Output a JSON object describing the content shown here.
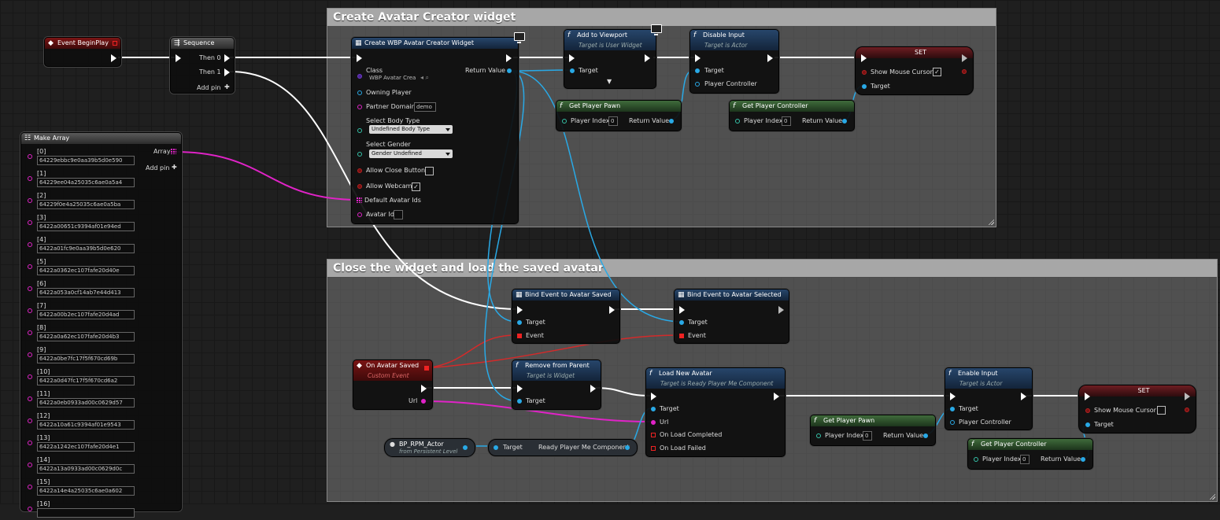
{
  "comments": {
    "create_title": "Create Avatar Creator widget",
    "close_title": "Close the widget and load the saved avatar"
  },
  "event_begin_play": {
    "title": "Event BeginPlay"
  },
  "sequence": {
    "title": "Sequence",
    "then0": "Then 0",
    "then1": "Then 1",
    "add_pin": "Add pin"
  },
  "make_array": {
    "title": "Make Array",
    "out_label": "Array",
    "add_pin": "Add pin",
    "items": [
      {
        "index": "[0]",
        "value": "64229ebbc9e0aa39b5d0e590"
      },
      {
        "index": "[1]",
        "value": "64229ee04a25035c6ae0a5a4"
      },
      {
        "index": "[2]",
        "value": "64229f0e4a25035c6ae0a5ba"
      },
      {
        "index": "[3]",
        "value": "6422a00651c9394af01e94ed"
      },
      {
        "index": "[4]",
        "value": "6422a01fc9e0aa39b5d0e620"
      },
      {
        "index": "[5]",
        "value": "6422a0362ec107fafe20d40e"
      },
      {
        "index": "[6]",
        "value": "6422a053a0cf14ab7e44d413"
      },
      {
        "index": "[7]",
        "value": "6422a00b2ec107fafe20d4ad"
      },
      {
        "index": "[8]",
        "value": "6422a0a62ec107fafe20d4b3"
      },
      {
        "index": "[9]",
        "value": "6422a0be7fc17f5f670cd69b"
      },
      {
        "index": "[10]",
        "value": "6422a0d47fc17f5f670cd6a2"
      },
      {
        "index": "[11]",
        "value": "6422a0eb0933ad00c0629d57"
      },
      {
        "index": "[12]",
        "value": "6422a10a61c9394af01e9543"
      },
      {
        "index": "[13]",
        "value": "6422a1242ec107fafe20d4e1"
      },
      {
        "index": "[14]",
        "value": "6422a13a0933ad00c0629d0c"
      },
      {
        "index": "[15]",
        "value": "6422a14e4a25035c6ae0a602"
      },
      {
        "index": "[16]",
        "value": ""
      }
    ]
  },
  "create_widget": {
    "title": "Create WBP Avatar Creator Widget",
    "class_label": "Class",
    "class_value": "WBP Avatar Crea",
    "return_value": "Return Value",
    "owning_player": "Owning Player",
    "partner_domain": "Partner Domain",
    "partner_domain_value": "demo",
    "body_type_label": "Select Body Type",
    "body_type_value": "Undefined Body Type",
    "gender_label": "Select Gender",
    "gender_value": "Gender Undefined",
    "allow_close": "Allow Close Button",
    "allow_webcam": "Allow Webcam",
    "allow_webcam_check": "✓",
    "default_avatar_ids": "Default Avatar Ids",
    "avatar_id": "Avatar Id"
  },
  "add_to_viewport": {
    "title": "Add to Viewport",
    "subtitle": "Target is User Widget",
    "target": "Target"
  },
  "disable_input": {
    "title": "Disable Input",
    "subtitle": "Target is Actor",
    "target": "Target",
    "player_controller": "Player Controller"
  },
  "set_top": {
    "title": "SET",
    "show_mouse_cursor": "Show Mouse Cursor",
    "check": "✓",
    "target": "Target"
  },
  "get_player_pawn_top": {
    "title": "Get Player Pawn",
    "player_index": "Player Index",
    "index_value": "0",
    "return_value": "Return Value"
  },
  "get_player_controller_top": {
    "title": "Get Player Controller",
    "player_index": "Player Index",
    "index_value": "0",
    "return_value": "Return Value"
  },
  "bind_saved": {
    "title": "Bind Event to Avatar Saved",
    "target": "Target",
    "event": "Event"
  },
  "bind_selected": {
    "title": "Bind Event to Avatar Selected",
    "target": "Target",
    "event": "Event"
  },
  "on_avatar_saved": {
    "title": "On Avatar Saved",
    "subtitle": "Custom Event",
    "url": "Url"
  },
  "remove_from_parent": {
    "title": "Remove from Parent",
    "subtitle": "Target is Widget",
    "target": "Target"
  },
  "load_new_avatar": {
    "title": "Load New Avatar",
    "subtitle": "Target is Ready Player Me Component",
    "target": "Target",
    "url": "Url",
    "on_load_completed": "On Load Completed",
    "on_load_failed": "On Load Failed"
  },
  "bp_rpm_actor": {
    "title": "BP_RPM_Actor",
    "subtitle": "from Persistent Level"
  },
  "rpm_component": {
    "target": "Target",
    "label": "Ready Player Me Component"
  },
  "get_player_pawn_bottom": {
    "title": "Get Player Pawn",
    "player_index": "Player Index",
    "index_value": "0",
    "return_value": "Return Value"
  },
  "enable_input": {
    "title": "Enable Input",
    "subtitle": "Target is Actor",
    "target": "Target",
    "player_controller": "Player Controller"
  },
  "get_player_controller_bottom": {
    "title": "Get Player Controller",
    "player_index": "Player Index",
    "index_value": "0",
    "return_value": "Return Value"
  },
  "set_bottom": {
    "title": "SET",
    "show_mouse_cursor": "Show Mouse Cursor",
    "target": "Target"
  },
  "colors": {
    "exec": "#ffffff",
    "object_pin": "#29a9e6",
    "string_pin": "#e023c7",
    "delegate_pin": "#e22222"
  }
}
